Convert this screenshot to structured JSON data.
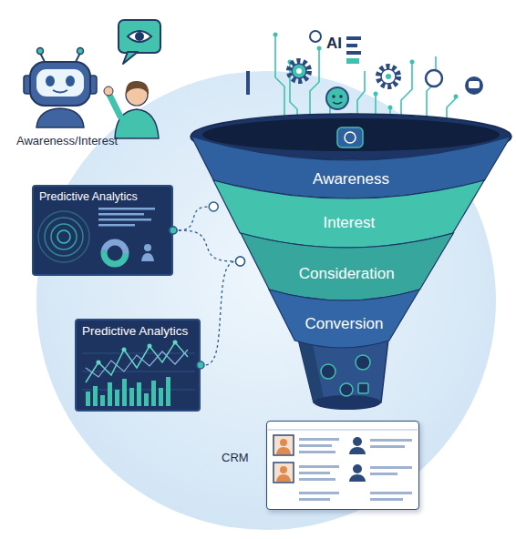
{
  "diagram": {
    "nodes": [
      {
        "text": [
          "Awareness"
        ]
      },
      {
        "text": [
          "Interest"
        ]
      },
      {
        "text": [
          "Consideration"
        ]
      },
      {
        "text": [
          "Conversion"
        ]
      },
      {
        "text": [
          "Predictive Analytics"
        ]
      },
      {
        "text": [
          "Predictive Analytics"
        ]
      },
      {
        "text": [
          "CRM"
        ]
      }
    ],
    "edges": [
      {
        "from": 4,
        "to": 1,
        "arrow": "none"
      },
      {
        "from": 4,
        "to": 2,
        "arrow": "none"
      },
      {
        "from": 5,
        "to": 2,
        "arrow": "none"
      }
    ],
    "labels": [
      "Awareness/Interest",
      "AI"
    ]
  }
}
